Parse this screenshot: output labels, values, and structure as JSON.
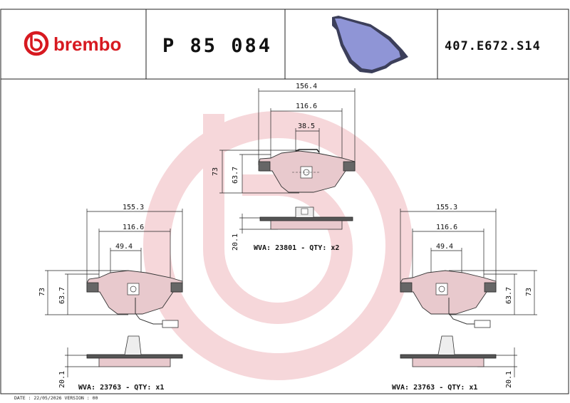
{
  "header": {
    "brand": "brembo",
    "part_number": "P 85 084",
    "reference": "407.E672.S14"
  },
  "top_pad": {
    "width_total": "156.4",
    "width_inner": "116.6",
    "width_center": "38.5",
    "height_outer": "73",
    "height_inner": "63.7",
    "thickness": "20.1",
    "caption": "WVA: 23801 - QTY: x2"
  },
  "left_pad": {
    "width_total": "155.3",
    "width_inner": "116.6",
    "width_center": "49.4",
    "height_outer": "73",
    "height_inner": "63.7",
    "thickness": "20.1",
    "caption": "WVA: 23763 - QTY: x1"
  },
  "right_pad": {
    "width_total": "155.3",
    "width_inner": "116.6",
    "width_center": "49.4",
    "height_outer": "73",
    "height_inner": "63.7",
    "thickness": "20.1",
    "caption": "WVA: 23763 - QTY: x1"
  },
  "footer": {
    "text": "DATE : 22/05/2026 VERSION : 00"
  },
  "colors": {
    "brand_red": "#d71920",
    "watermark": "#f6d7da",
    "pad_fill": "#e8c9cd",
    "photo_pad": "#8f95d6"
  }
}
